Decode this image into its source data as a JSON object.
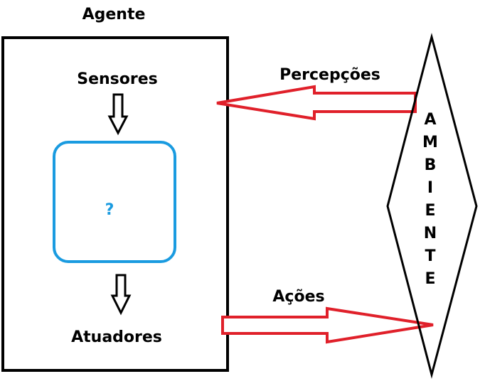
{
  "agent": {
    "title": "Agente",
    "sensors_label": "Sensores",
    "actuators_label": "Atuadores",
    "unknown_label": "?"
  },
  "environment": {
    "letters": [
      "A",
      "M",
      "B",
      "I",
      "E",
      "N",
      "T",
      "E"
    ]
  },
  "arrows": {
    "perceptions_label": "Percepções",
    "actions_label": "Ações"
  },
  "colors": {
    "outline": "#000000",
    "arrow": "#e0202a",
    "process_box": "#1a9be0",
    "text": "#000000"
  }
}
